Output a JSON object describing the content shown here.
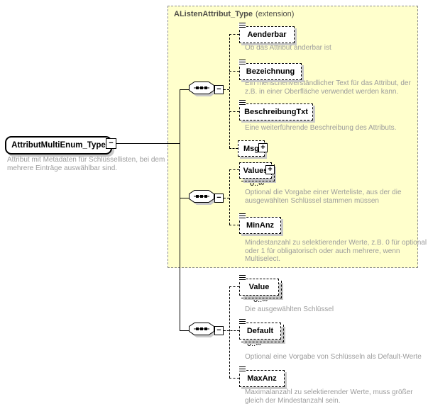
{
  "root": {
    "label": "AttributMultiEnum_Type",
    "desc_lines": [
      "Attribut mit Metadaten für Schlüssellisten, bei dem",
      "mehrere Einträge auswählbar sind."
    ]
  },
  "extension": {
    "title": "AListenAttribut_Type",
    "suffix": "(extension)"
  },
  "icons": {
    "collapse_glyph": "−",
    "expand_glyph": "+",
    "sequence_name": "sequence-compositor",
    "text_content_name": "text-content-icon"
  },
  "colors": {
    "extension_fill": "#ffffcc",
    "extension_border": "#8c8c8c",
    "shadow": "#c9c9c9",
    "description_text": "#9c9c9c",
    "title_text": "#51504a"
  },
  "compositors": [
    {
      "type": "sequence"
    },
    {
      "type": "sequence"
    },
    {
      "type": "sequence"
    }
  ],
  "elements": [
    {
      "label": "Aenderbar",
      "optional": true,
      "occurs": "",
      "desc_lines": [
        "Ob das Attribut änderbar ist"
      ]
    },
    {
      "label": "Bezeichnung",
      "optional": true,
      "occurs": "",
      "desc_lines": [
        "Ein menschenverständlicher Text für das Attribut, der",
        "z.B. in einer Oberfläche verwendet werden kann."
      ]
    },
    {
      "label": "BeschreibungTxt",
      "optional": true,
      "occurs": "",
      "desc_lines": [
        "Eine weiterführende Beschreibung des Attributs."
      ]
    },
    {
      "label": "Msg",
      "optional": true,
      "occurs": "",
      "desc_lines": []
    },
    {
      "label": "Values",
      "optional": true,
      "occurs": "0..∞",
      "desc_lines": [
        "Optional die Vorgabe einer Werteliste, aus der die",
        "ausgewählten Schlüssel stammen müssen"
      ]
    },
    {
      "label": "MinAnz",
      "optional": true,
      "occurs": "",
      "desc_lines": [
        "Mindestanzahl zu selektierender Werte, z.B. 0 für optional",
        "oder 1 für obligatorisch oder auch mehrere, wenn",
        "Multiselect."
      ]
    },
    {
      "label": "Value",
      "optional": true,
      "occurs": "0..∞",
      "desc_lines": [
        "Die ausgewählten Schlüssel"
      ]
    },
    {
      "label": "Default",
      "optional": true,
      "occurs": "0..∞",
      "desc_lines": [
        "Optional eine Vorgabe von Schlüsseln als Default-Werte"
      ]
    },
    {
      "label": "MaxAnz",
      "optional": true,
      "occurs": "",
      "desc_lines": [
        "Maximalanzahl zu selektierender Werte, muss größer",
        "gleich der Mindestanzahl sein."
      ]
    }
  ]
}
